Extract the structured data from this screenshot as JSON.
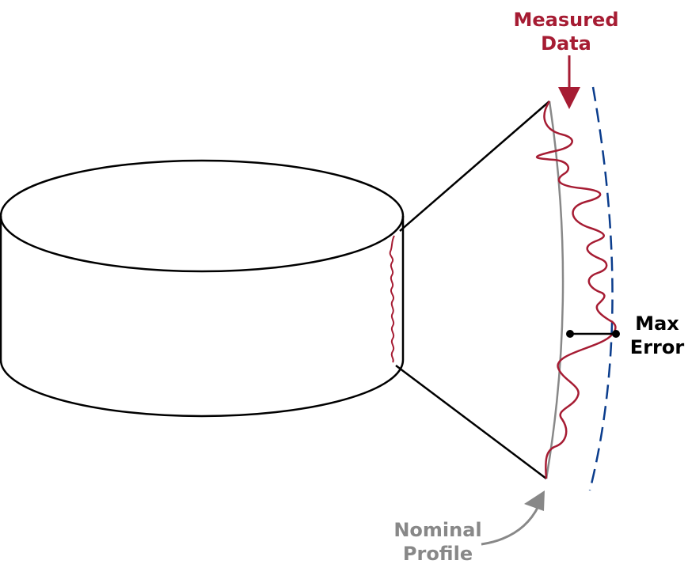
{
  "labels": {
    "measured_data": [
      "Measured",
      "Data"
    ],
    "max_error": [
      "Max",
      "Error"
    ],
    "nominal_profile": [
      "Nominal",
      "Profile"
    ]
  },
  "colors": {
    "measured": "#a61c33",
    "nominal": "#888888",
    "tolerance": "#0a3c8c",
    "outline": "#000000"
  }
}
